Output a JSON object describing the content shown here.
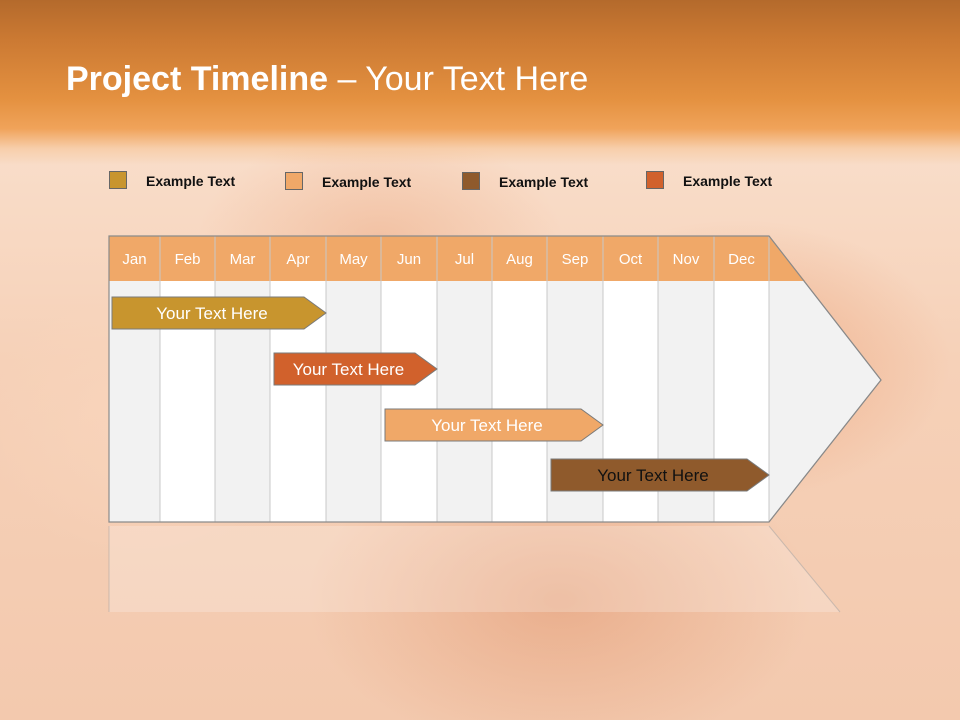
{
  "title": {
    "bold": "Project Timeline",
    "rest": " – Your Text Here"
  },
  "legend": [
    {
      "label": "Example Text",
      "color": "#c8952e"
    },
    {
      "label": "Example Text",
      "color": "#f0a868"
    },
    {
      "label": "Example Text",
      "color": "#8f5a2c"
    },
    {
      "label": "Example Text",
      "color": "#d1612c"
    }
  ],
  "months": [
    "Jan",
    "Feb",
    "Mar",
    "Apr",
    "May",
    "Jun",
    "Jul",
    "Aug",
    "Sep",
    "Oct",
    "Nov",
    "Dec"
  ],
  "tasks": [
    {
      "label": "Your  Text Here",
      "color": "#c8952e",
      "text_color": "#ffffff",
      "start_month": "Jan",
      "end_month": "Apr"
    },
    {
      "label": "Your  Text Here",
      "color": "#d1612c",
      "text_color": "#ffffff",
      "start_month": "Apr",
      "end_month": "Jun"
    },
    {
      "label": "Your  Text Here",
      "color": "#f0a868",
      "text_color": "#ffffff",
      "start_month": "Jun",
      "end_month": "Sep"
    },
    {
      "label": "Your  Text Here",
      "color": "#8f5a2c",
      "text_color": "#111111",
      "start_month": "Sep",
      "end_month": "Dec"
    }
  ],
  "colors": {
    "header_band": "#e49140",
    "month_header": "#f0a868",
    "column_light": "#ffffff",
    "column_shade": "#f2f2f2"
  }
}
